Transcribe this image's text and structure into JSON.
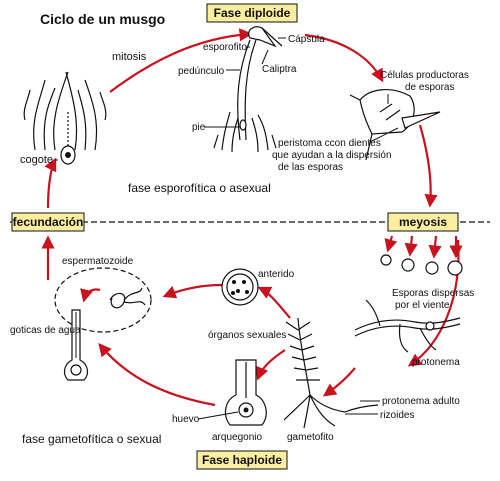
{
  "title": "Ciclo de un musgo",
  "boxes": {
    "diploid": "Fase diploide",
    "meiosis": "meyosis",
    "fertilization": "fecundación",
    "haploid": "Fase haploide"
  },
  "labels": {
    "mitosis": "mitosis",
    "capsule": "Cápsula",
    "sporophyte": "esporofito",
    "calyptra": "Caliptra",
    "peduncle": "pedúnculo",
    "foot": "pie",
    "spore_cells_1": "Células productoras",
    "spore_cells_2": "de esporas",
    "peristome_1": "peristoma ccon dientes",
    "peristome_2": "que ayudan a la dispersión",
    "peristome_3": "de las esporas",
    "cogote": "cogote",
    "sporophytic_phase": "fase esporofítica o asexual",
    "spermatozoid": "espermatozoide",
    "antheridium": "anterido",
    "water_drops": "goticas de agua",
    "sex_organs": "órganos sexuales",
    "spores_1": "Esporas dispersas",
    "spores_2": "por el viente",
    "protonema": "protonema",
    "adult_protonema": "protonema adulto",
    "rhizoids": "rizoides",
    "gametophyte": "gametofito",
    "egg": "huevo",
    "archegonium": "arquegonio",
    "gametophytic_phase": "fase gametofítica o sexual"
  },
  "colors": {
    "arrow": "#c8121e",
    "box_fill": "#fbeea0",
    "ink": "#111111"
  }
}
